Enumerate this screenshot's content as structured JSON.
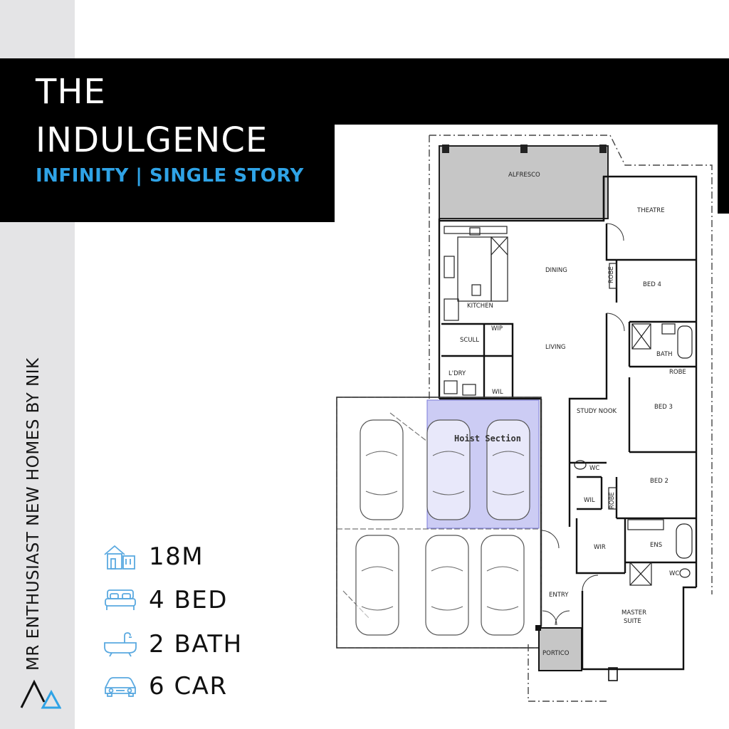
{
  "title": {
    "line1": "THE",
    "line2": "INDULGENCE"
  },
  "subtitle": "INFINITY | SINGLE STORY",
  "brand": "MR ENTHUSIAST NEW HOMES BY NIK",
  "stats": [
    {
      "icon": "house-icon",
      "label": "18M"
    },
    {
      "icon": "bed-icon",
      "label": "4 BED"
    },
    {
      "icon": "bathtub-icon",
      "label": "2 BATH"
    },
    {
      "icon": "car-icon",
      "label": "6 CAR"
    }
  ],
  "rooms": {
    "alfresco": "ALFRESCO",
    "theatre": "THEATRE",
    "dining": "DINING",
    "robe": "ROBE",
    "bed4": "BED 4",
    "kitchen": "KITCHEN",
    "scull": "SCULL",
    "wip": "WIP",
    "living": "LIVING",
    "bath": "BATH",
    "ldry": "L'DRY",
    "wil": "WIL",
    "study_nook": "STUDY NOOK",
    "bed3": "BED 3",
    "hoist": "Hoist Section",
    "wc": "WC",
    "bed2": "BED 2",
    "wir": "WIR",
    "ens": "ENS",
    "entry": "ENTRY",
    "master_suite_1": "MASTER",
    "master_suite_2": "SUITE",
    "portico": "PORTICO"
  },
  "colors": {
    "accent": "#2fa3e6",
    "banner": "#000000",
    "strip": "#e4e4e6",
    "hoist": "#b8b8f0",
    "alfresco": "#c6c6c6"
  }
}
